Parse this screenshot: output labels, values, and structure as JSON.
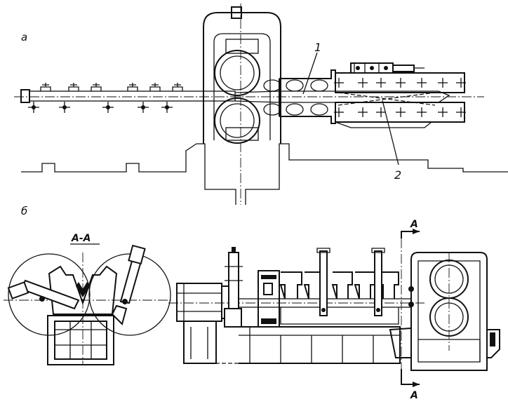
{
  "labels": {
    "view_a": "а",
    "view_b": "б",
    "callout_1": "1",
    "callout_2": "2",
    "section_title": "А-А",
    "section_mark_top": "А",
    "section_mark_bottom": "А"
  }
}
